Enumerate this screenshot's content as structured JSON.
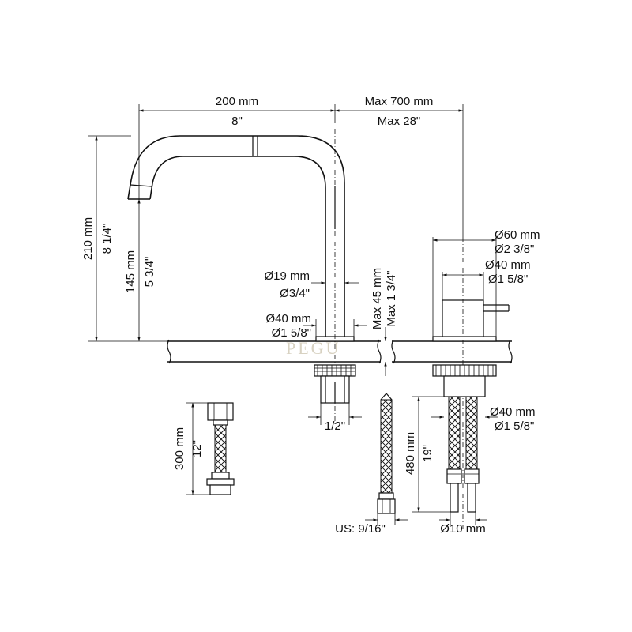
{
  "labels": {
    "spout_reach_mm": "200 mm",
    "spout_reach_in": "8\"",
    "max_reach_mm": "Max 700 mm",
    "max_reach_in": "Max 28\"",
    "height_total_mm": "210 mm",
    "height_total_in": "8 1/4\"",
    "height_outlet_mm": "145 mm",
    "height_outlet_in": "5 3/4\"",
    "spout_dia_mm": "Ø19 mm",
    "spout_dia_in": "Ø3/4\"",
    "base_dia_mm": "Ø40 mm",
    "base_dia_in": "Ø1 5/8\"",
    "deck_mm": "Max 45 mm",
    "deck_in": "Max 1 3/4\"",
    "handle_rose_mm": "Ø60 mm",
    "handle_rose_in": "Ø2 3/8\"",
    "handle_body_mm": "Ø40 mm",
    "handle_body_in": "Ø1 5/8\"",
    "shank_thread": "1/2\"",
    "hose_short_mm": "300 mm",
    "hose_short_in": "12\"",
    "hose_long_mm": "480 mm",
    "hose_long_in": "19\"",
    "hose_thread": "US: 9/16\"",
    "valve_body_mm": "Ø40 mm",
    "valve_body_in": "Ø1 5/8\"",
    "pipe_dia": "Ø10 mm"
  },
  "watermark": "PEGU",
  "colors": {
    "line": "#111111",
    "watermark": "#d8d2c2"
  }
}
